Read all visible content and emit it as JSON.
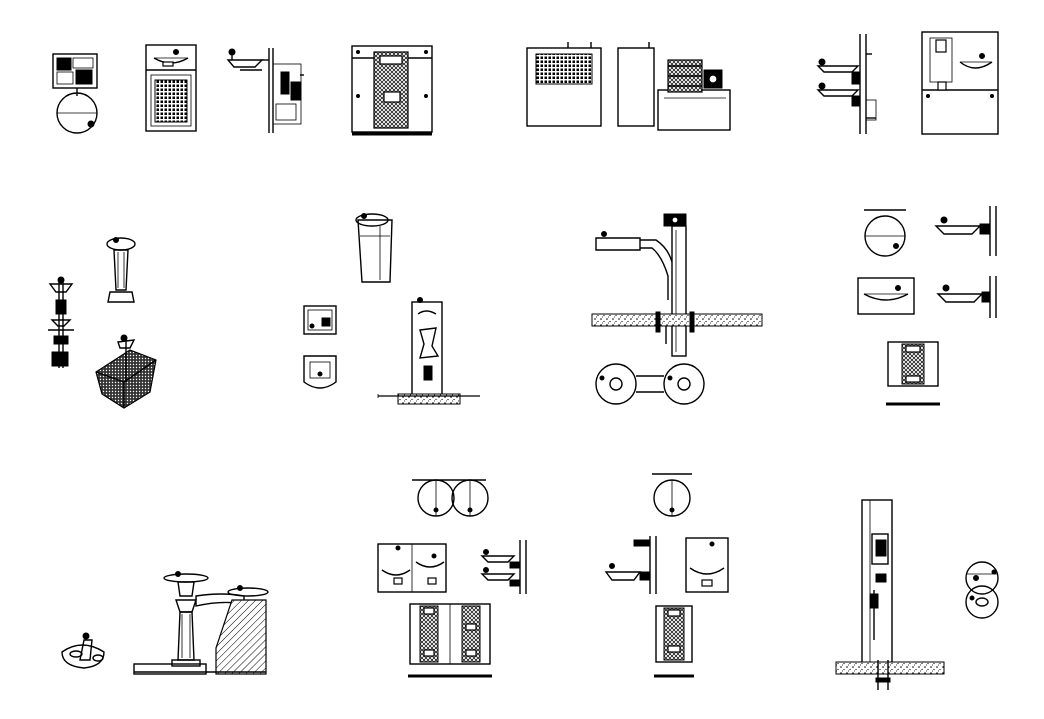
{
  "sheet": {
    "background": "#ffffff",
    "line_color": "#000000",
    "text_labels": []
  },
  "symbols": [
    "drinking-fountain-compressor-unit",
    "wall-cooler-front-elevation",
    "wall-fountain-side-section",
    "recessed-fountain-elevation",
    "water-cooler-louvered-front",
    "water-cooler-cabinet-side",
    "water-chiller-unit",
    "bi-level-fountain-side-section",
    "recessed-fountain-panel-elevation",
    "pedestal-fountain-post",
    "pedestal-fountain-column",
    "pedestal-fountain-isometric-section",
    "freestanding-bottle-cooler",
    "fountain-plan-view",
    "fountain-bowl-top-view",
    "pedestal-fountain-section-on-slab",
    "outdoor-bi-level-pedestal-elevation",
    "outdoor-bi-level-pedestal-plan",
    "wall-fountain-plan-view",
    "wall-fountain-side-view",
    "wall-fountain-front-view",
    "wall-fountain-side-view-lower",
    "wall-fountain-frame-elevation",
    "pet-bowl-fountain",
    "outdoor-pedestal-with-pet-fountain",
    "bi-level-plan-view",
    "bi-level-front-view",
    "bi-level-side-view",
    "bi-level-frame-elevation",
    "single-fountain-plan-view",
    "single-fountain-side-view",
    "single-fountain-front-view",
    "single-fountain-frame-elevation",
    "bottle-filler-post-section",
    "bottle-filler-plan-views"
  ]
}
